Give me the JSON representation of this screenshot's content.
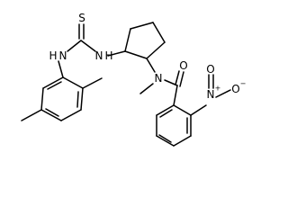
{
  "structure": {
    "atom_labels": {
      "thione_s": "S",
      "thiourea_nh_left": "H",
      "thiourea_n_left": "N",
      "thiourea_n_right": "N",
      "thiourea_nh_right": "H",
      "amide_n": "N",
      "amide_o": "O",
      "nitro_n": "N",
      "nitro_n_charge": "+",
      "nitro_o_upper": "O",
      "nitro_o_lower": "O",
      "nitro_o_charge": "−"
    },
    "colors": {
      "bond": "#000000",
      "label": "#000000",
      "background": "#ffffff"
    }
  }
}
